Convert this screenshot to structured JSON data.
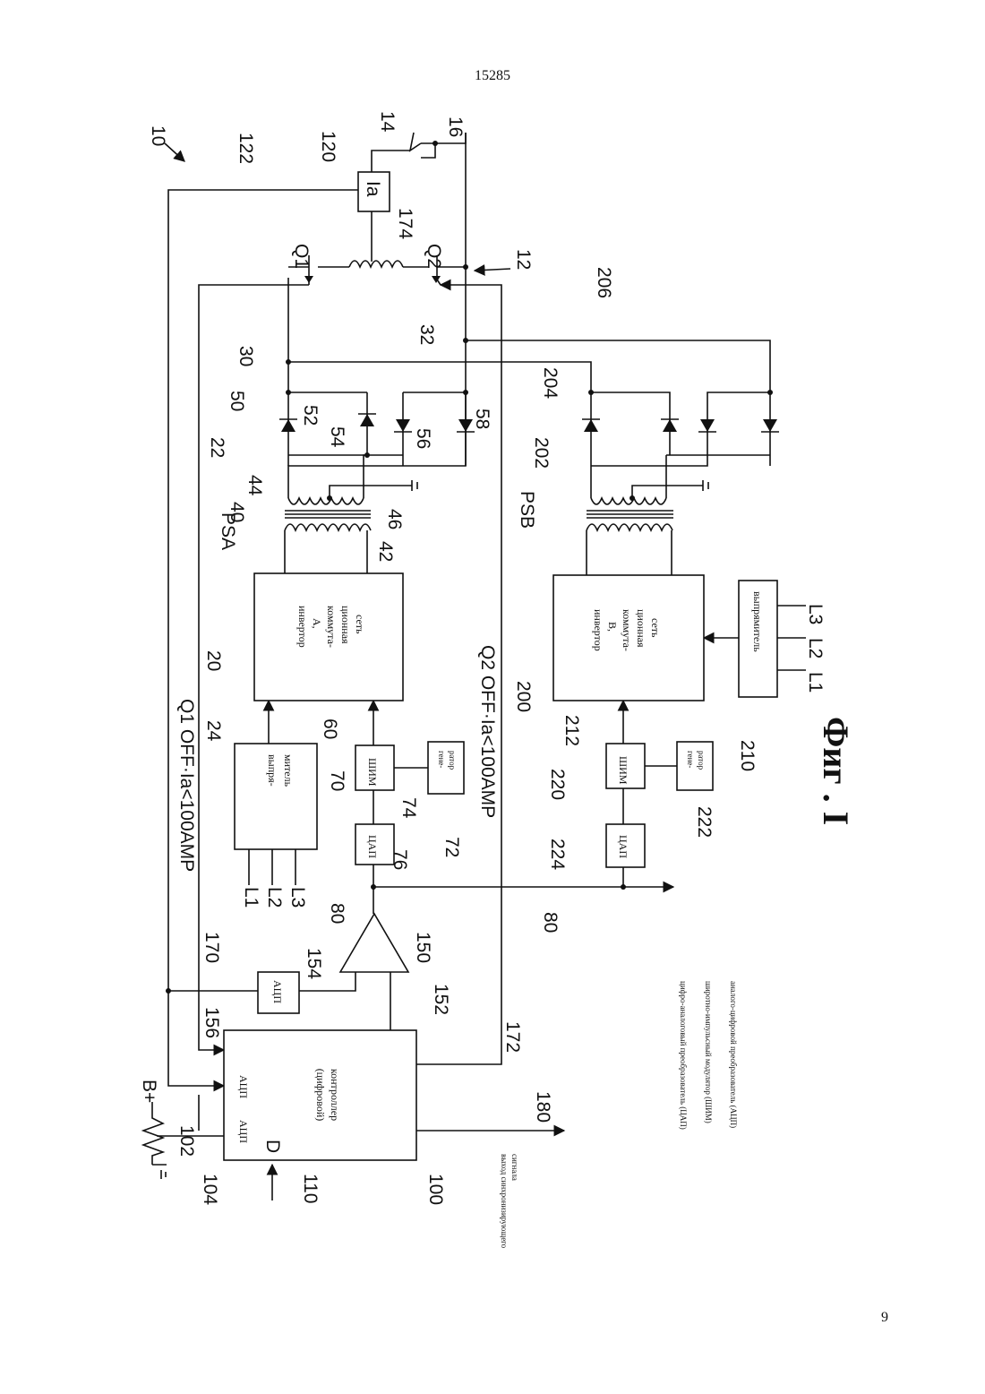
{
  "page": {
    "doc_number": "15285",
    "page_number": "9"
  },
  "figure": {
    "title": "Фиг . I"
  },
  "blocks": {
    "controller": {
      "title": "контроллер",
      "subtitle": "(цифровой)",
      "adc1": "АЦП",
      "adc2": "АЦП",
      "d": "D"
    },
    "rectifier_a": {
      "line1": "выпря-",
      "line2": "митель"
    },
    "inverter_a": {
      "line1": "инвертор",
      "line2": "A,",
      "line3": "коммута-",
      "line4": "ционная",
      "line5": "сеть"
    },
    "inverter_b": {
      "line1": "инвертор",
      "line2": "B,",
      "line3": "коммута-",
      "line4": "ционная",
      "line5": "сеть"
    },
    "rectifier_b": {
      "line1": "выпрямитель"
    },
    "pwm_a": "ШИМ",
    "pwm_b": "ШИМ",
    "gen_a": {
      "line1": "гене-",
      "line2": "ратор"
    },
    "gen_b": {
      "line1": "гене-",
      "line2": "ратор"
    },
    "dac_a": "ЦАП",
    "dac_b": "ЦАП",
    "adc": "АЦП",
    "current_sensor": "Ia"
  },
  "annotations": {
    "q1_off": "Q1 OFF·Ia<100AMP",
    "q2_off": "Q2 OFF·Ia<100AMP",
    "b_plus": "B+",
    "psa": "PSA",
    "psb": "PSB",
    "q1": "Q1",
    "q2": "Q2",
    "sync_out_line1": "выход синхронизирующего",
    "sync_out_line2": "сигнала"
  },
  "legend": [
    "цифро-аналоговый преобразователь (ЦАП)",
    "широтно-импульсный модулятор (ШИМ)",
    "аналого-цифровой преобразователь (АЦП)"
  ],
  "ref_numbers": {
    "n10": "10",
    "n14": "14",
    "n16": "16",
    "n122": "122",
    "n120": "120",
    "n174": "174",
    "n12": "12",
    "n206": "206",
    "n30": "30",
    "n32": "32",
    "n50": "50",
    "n52": "52",
    "n54": "54",
    "n56": "56",
    "n58": "58",
    "n204": "204",
    "n22": "22",
    "n202": "202",
    "n44": "44",
    "n40": "40",
    "n46": "46",
    "n42": "42",
    "n20": "20",
    "n24": "24",
    "n60": "60",
    "n70": "70",
    "n74": "74",
    "n72": "72",
    "n76": "76",
    "n200": "200",
    "n212": "212",
    "n220": "220",
    "n222": "222",
    "n224": "224",
    "n210": "210",
    "n80a": "80",
    "n80b": "80",
    "n170": "170",
    "n154": "154",
    "n150": "150",
    "n156": "156",
    "n152": "152",
    "n172": "172",
    "n102": "102",
    "n104": "104",
    "n110": "110",
    "n100": "100",
    "n180": "180",
    "l1a": "L1",
    "l2a": "L2",
    "l3a": "L3",
    "l1b": "L1",
    "l2b": "L2",
    "l3b": "L3"
  }
}
